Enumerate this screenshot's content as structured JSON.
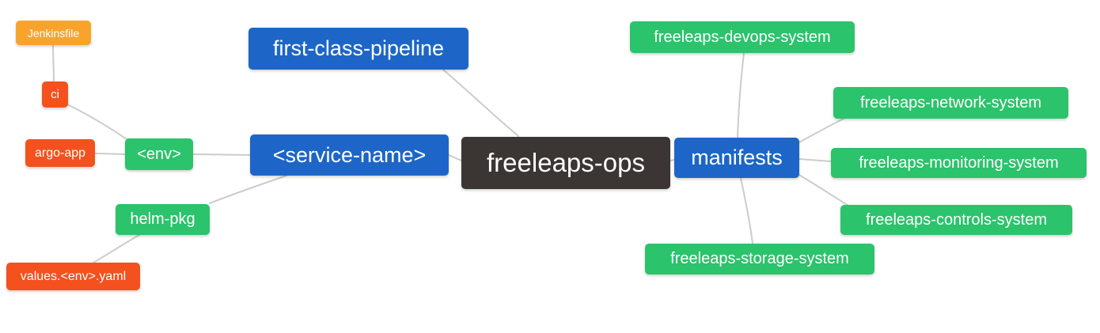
{
  "diagram": {
    "type": "mindmap",
    "root_label": "freeleaps-ops",
    "nodes": {
      "jenkinsfile": {
        "label": "Jenkinsfile",
        "color": "#f8a42c"
      },
      "ci": {
        "label": "ci",
        "color": "#f4511e"
      },
      "argo_app": {
        "label": "argo-app",
        "color": "#f4511e"
      },
      "env": {
        "label": "<env>",
        "color": "#2bc36b"
      },
      "helm_pkg": {
        "label": "helm-pkg",
        "color": "#2bc36b"
      },
      "values_yaml": {
        "label": "values.<env>.yaml",
        "color": "#f4511e"
      },
      "first_class_pipeline": {
        "label": "first-class-pipeline",
        "color": "#1d66c7"
      },
      "service_name": {
        "label": "<service-name>",
        "color": "#1d66c7"
      },
      "root": {
        "label": "freeleaps-ops",
        "color": "#3b3634"
      },
      "manifests": {
        "label": "manifests",
        "color": "#1d66c7"
      },
      "devops_system": {
        "label": "freeleaps-devops-system",
        "color": "#2bc36b"
      },
      "network_system": {
        "label": "freeleaps-network-system",
        "color": "#2bc36b"
      },
      "monitoring_system": {
        "label": "freeleaps-monitoring-system",
        "color": "#2bc36b"
      },
      "controls_system": {
        "label": "freeleaps-controls-system",
        "color": "#2bc36b"
      },
      "storage_system": {
        "label": "freeleaps-storage-system",
        "color": "#2bc36b"
      }
    },
    "edges": [
      [
        "jenkinsfile",
        "ci"
      ],
      [
        "ci",
        "env"
      ],
      [
        "argo_app",
        "env"
      ],
      [
        "env",
        "service_name"
      ],
      [
        "helm_pkg",
        "service_name"
      ],
      [
        "values_yaml",
        "helm_pkg"
      ],
      [
        "service_name",
        "root"
      ],
      [
        "first_class_pipeline",
        "root"
      ],
      [
        "root",
        "manifests"
      ],
      [
        "manifests",
        "devops_system"
      ],
      [
        "manifests",
        "network_system"
      ],
      [
        "manifests",
        "monitoring_system"
      ],
      [
        "manifests",
        "controls_system"
      ],
      [
        "manifests",
        "storage_system"
      ]
    ],
    "colors": {
      "branch_blue": "#1d66c7",
      "leaf_green": "#2bc36b",
      "leaf_red": "#f4511e",
      "leaf_orange": "#f8a42c",
      "root_dark": "#3b3634",
      "edge_line": "#cccccc",
      "background": "#ffffff",
      "node_text": "#ffffff"
    }
  }
}
